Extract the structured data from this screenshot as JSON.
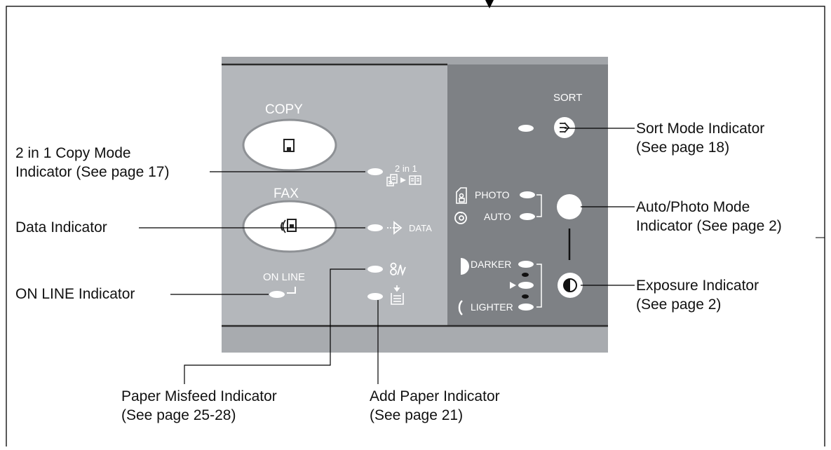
{
  "panel": {
    "copy_label": "COPY",
    "fax_label": "FAX",
    "online_label": "ON LINE",
    "two_in_one_label": "2 in 1",
    "data_label": "DATA",
    "sort_label": "SORT",
    "photo_label": "PHOTO",
    "auto_label": "AUTO",
    "darker_label": "DARKER",
    "lighter_label": "LIGHTER"
  },
  "callouts": {
    "two_in_one": {
      "line1": "2 in 1 Copy Mode",
      "line2": "Indicator (See page 17)"
    },
    "data": {
      "line1": "Data Indicator"
    },
    "online": {
      "line1": "ON LINE Indicator"
    },
    "misfeed": {
      "line1": "Paper Misfeed Indicator",
      "line2": "(See page 25-28)"
    },
    "add_paper": {
      "line1": "Add Paper Indicator",
      "line2": "(See page 21)"
    },
    "sort": {
      "line1": "Sort Mode Indicator",
      "line2": "(See page 18)"
    },
    "auto_photo": {
      "line1": "Auto/Photo Mode",
      "line2": "Indicator (See page 2)"
    },
    "exposure": {
      "line1": "Exposure Indicator",
      "line2": "(See page 2)"
    }
  },
  "icons": [
    "copy-start-icon",
    "fax-start-icon",
    "two-in-one-icon",
    "data-arrow-icon",
    "misfeed-icon",
    "add-paper-icon",
    "sort-icon",
    "photo-icon",
    "auto-icon",
    "darker-icon",
    "lighter-icon",
    "exposure-icon"
  ],
  "colors": {
    "panel_left": "#b4b7bb",
    "panel_right": "#7e8185",
    "panel_bottom": "#a8abaf",
    "led": "#ffffff",
    "led_dark": "#1a1a1a",
    "line": "#000000"
  }
}
